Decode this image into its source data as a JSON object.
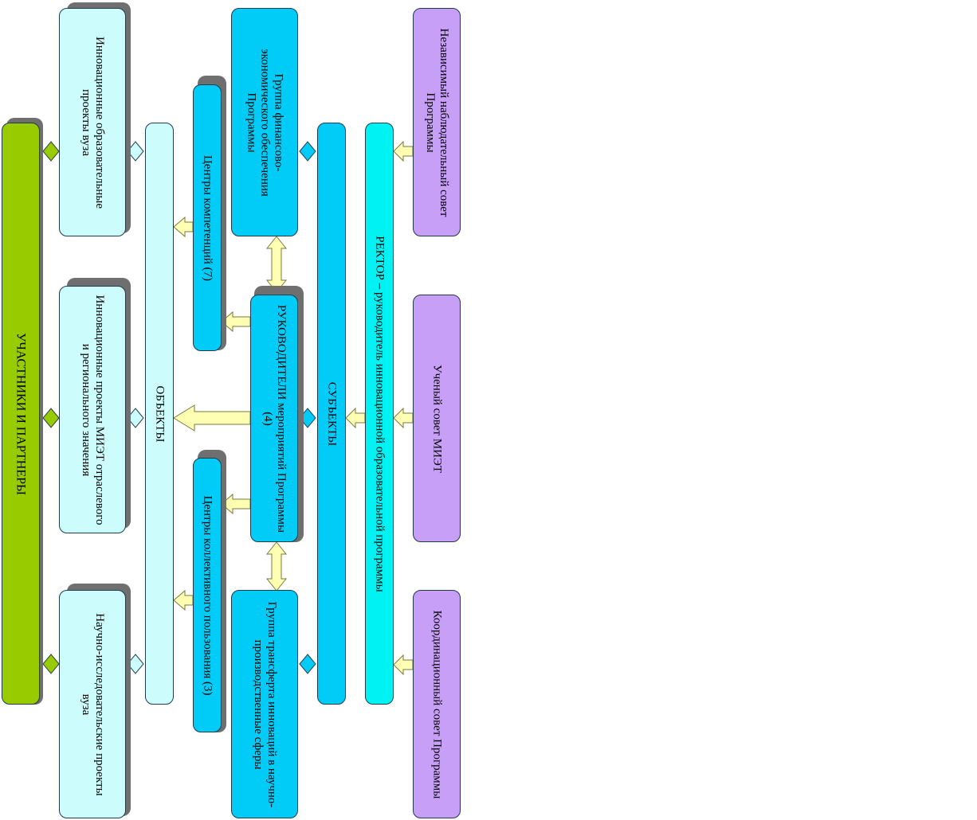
{
  "colors": {
    "purple": "#c89ff7",
    "cyan": "#00ccf7",
    "bright_cyan": "#00f2f2",
    "light_cyan": "#ccfcfc",
    "green": "#99cc00",
    "arrow_fill": "#ffffb3",
    "diamond_green": "#99cc00",
    "diamond_cyan": "#00ccf7",
    "diamond_light": "#ccfcfc"
  },
  "councils": {
    "independent": "Независимый наблюдательный совет Программы",
    "academic": "Ученый совет МИЭТ",
    "coordination": "Координационный совет Программы"
  },
  "rector": "РЕКТОР – руководитель инновационной образовательной программы",
  "subjects": "СУБЪЕКТЫ",
  "groups": {
    "finance": "Группа финансово-экономического обеспечения Программы",
    "leaders": "РУКОВОДИТЕЛИ мероприятий Программы (4)",
    "transfer": "Группа трансферта инноваций в научно-производственные сферы"
  },
  "centers": {
    "competence": "Центры компетенций (7)",
    "collective": "Центры коллективного пользования (3)"
  },
  "objects": "ОБЪЕКТЫ",
  "projects": {
    "educational": "Инновационные образовательные проекты вуза",
    "miet": "Инновационные проекты МИЭТ отраслевого и регионального значения",
    "research": "Научно-исследовательские проекты вуза"
  },
  "participants": "УЧАСТНИКИ И ПАРТНЕРЫ"
}
